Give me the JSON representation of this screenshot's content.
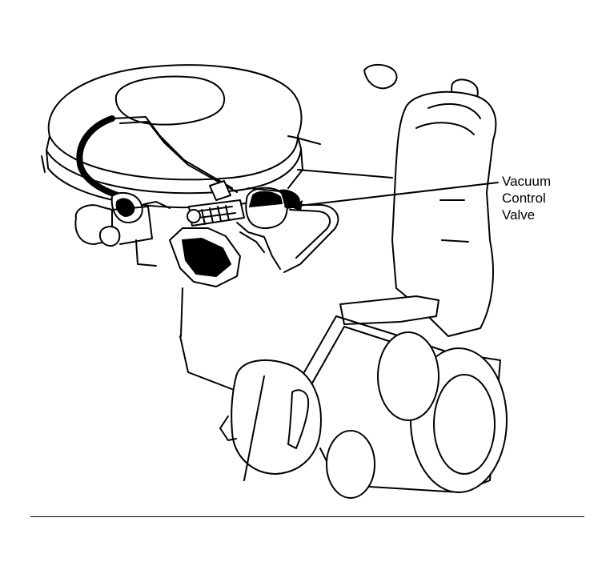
{
  "diagram": {
    "callout": {
      "lines": [
        "Vacuum",
        "Control",
        "Valve"
      ]
    },
    "colors": {
      "ink": "#000000",
      "paper": "#ffffff"
    }
  }
}
